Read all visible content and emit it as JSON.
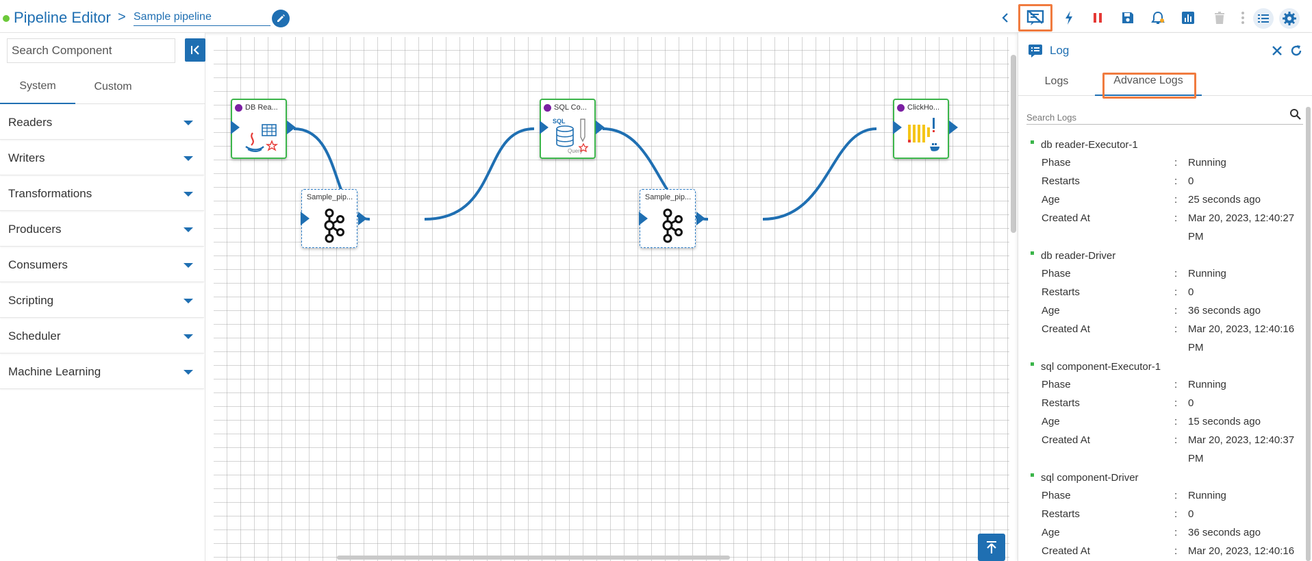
{
  "header": {
    "title": "Pipeline Editor",
    "separator": ">",
    "pipeline_name": "Sample pipeline",
    "colors": {
      "accent": "#1f6fb2",
      "status": "#6cc93a",
      "highlight": "#f07b3f",
      "stop": "#e53935"
    }
  },
  "toolbar": {
    "icons": [
      "chevron-left-icon",
      "toggle-log-icon",
      "lightning-icon",
      "pause-icon",
      "save-icon",
      "bell-icon",
      "chart-icon",
      "trash-icon",
      "more-icon",
      "list-icon",
      "gear-icon"
    ]
  },
  "left_panel": {
    "search_placeholder": "Search Component",
    "tabs": [
      "System",
      "Custom"
    ],
    "categories": [
      "Readers",
      "Writers",
      "Transformations",
      "Producers",
      "Consumers",
      "Scripting",
      "Scheduler",
      "Machine Learning"
    ]
  },
  "canvas": {
    "nodes": [
      {
        "title": "DB Rea...",
        "kind": "component",
        "icon": "java-db-reader-icon"
      },
      {
        "title": "Sample_pip...",
        "kind": "event",
        "icon": "kafka-icon"
      },
      {
        "title": "SQL Co...",
        "kind": "component",
        "icon": "sql-query-icon"
      },
      {
        "title": "Sample_pip...",
        "kind": "event",
        "icon": "kafka-icon"
      },
      {
        "title": "ClickHo...",
        "kind": "component",
        "icon": "clickhouse-icon"
      }
    ],
    "sql_label": "SQL",
    "query_label": "Query"
  },
  "log_panel": {
    "title": "Log",
    "tabs": [
      "Logs",
      "Advance Logs"
    ],
    "search_placeholder": "Search Logs",
    "labels": {
      "phase": "Phase",
      "restarts": "Restarts",
      "age": "Age",
      "created_at": "Created At",
      "colon": ":"
    },
    "entries": [
      {
        "name": "db reader-Executor-1",
        "phase": "Running",
        "restarts": "0",
        "age": "25 seconds ago",
        "created_line1": "Mar 20, 2023, 12:40:27",
        "created_line2": "PM"
      },
      {
        "name": "db reader-Driver",
        "phase": "Running",
        "restarts": "0",
        "age": "36 seconds ago",
        "created_line1": "Mar 20, 2023, 12:40:16",
        "created_line2": "PM"
      },
      {
        "name": "sql component-Executor-1",
        "phase": "Running",
        "restarts": "0",
        "age": "15 seconds ago",
        "created_line1": "Mar 20, 2023, 12:40:37",
        "created_line2": "PM"
      },
      {
        "name": "sql component-Driver",
        "phase": "Running",
        "restarts": "0",
        "age": "36 seconds ago",
        "created_line1": "Mar 20, 2023, 12:40:16",
        "created_line2": ""
      }
    ]
  }
}
